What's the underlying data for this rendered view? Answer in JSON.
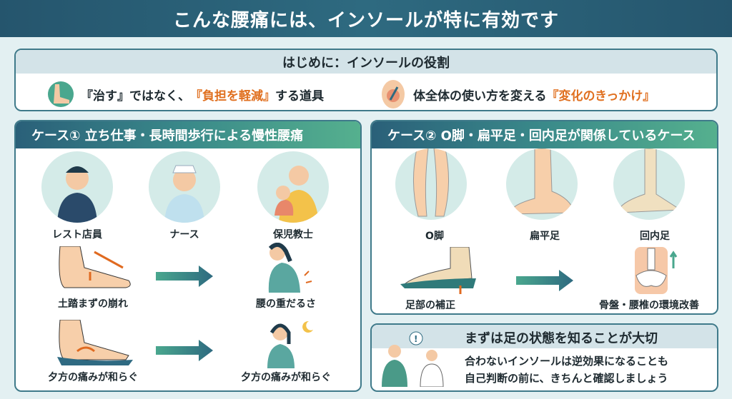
{
  "title": "こんな腰痛には、インソールが特に有効です",
  "intro": {
    "heading": "はじめに：インソールの役割",
    "item1": {
      "pre": "『治す』ではなく、",
      "em": "『負担を軽減』",
      "post": "する道具"
    },
    "item2": {
      "pre": "体全体の使い方を変える",
      "em": "『変化のきっかけ』"
    }
  },
  "case1": {
    "heading": "ケース①  立ち仕事・長時間歩行による慢性腰痛",
    "people": [
      "レスト店員",
      "ナース",
      "保児教士"
    ],
    "rows": [
      {
        "cause": "土踏まずの崩れ",
        "effect": "腰の重だるさ"
      },
      {
        "cause": "夕方の痛みが和らぐ",
        "effect": "夕方の痛みが和らぐ"
      }
    ]
  },
  "case2": {
    "heading": "ケース②  O脚・扁平足・回内足が関係しているケース",
    "types": [
      "O脚",
      "扁平足",
      "回内足"
    ],
    "cause": "足部の補正",
    "effect": "骨盤・腰椎の環境改善"
  },
  "advice": {
    "heading": "まずは足の状態を知ることが大切",
    "lines": [
      "合わないインソールは逆効果になることも",
      "自己判断の前に、きちんと確認しましょう"
    ]
  },
  "colors": {
    "accent": "#e07020",
    "teal": "#2e6a80",
    "green": "#55b08e"
  }
}
